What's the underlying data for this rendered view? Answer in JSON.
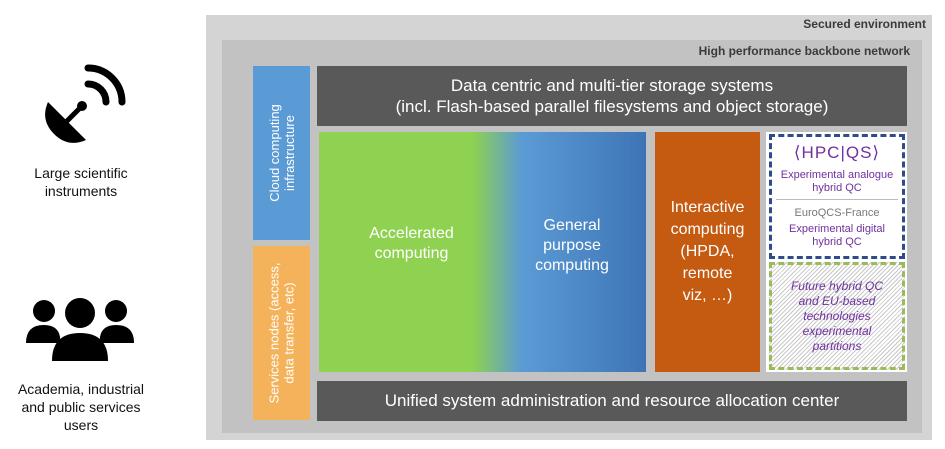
{
  "actors": {
    "instruments_label": "Large scientific instruments",
    "users_label": "Academia, industrial and public services users"
  },
  "frames": {
    "secured_label": "Secured environment",
    "backbone_label": "High performance backbone network"
  },
  "side_bars": {
    "cloud_line1": "Cloud computing",
    "cloud_line2": "infrastructure",
    "services_line1": "Services nodes (access,",
    "services_line2": "data transfer, etc)"
  },
  "storage": {
    "line1": "Data centric and multi-tier storage systems",
    "line2": "(incl. Flash-based parallel filesystems and object storage)"
  },
  "compute": {
    "accelerated_line1": "Accelerated",
    "accelerated_line2": "computing",
    "general_line1": "General",
    "general_line2": "purpose",
    "general_line3": "computing",
    "interactive_line1": "Interactive",
    "interactive_line2": "computing",
    "interactive_line3": "(HPDA,",
    "interactive_line4": "remote",
    "interactive_line5": "viz, …)"
  },
  "quantum": {
    "hpcqs_logo": "⟨HPC|QS⟩",
    "hpcqs_line1": "Experimental analogue",
    "hpcqs_line2": "hybrid QC",
    "euroqcs_name": "EuroQCS-France",
    "euroqcs_line1": "Experimental digital",
    "euroqcs_line2": "hybrid QC",
    "future_line1": "Future hybrid QC",
    "future_line2": "and EU-based",
    "future_line3": "technologies",
    "future_line4": "experimental",
    "future_line5": "partitions"
  },
  "admin": {
    "label": "Unified system administration and resource allocation center"
  },
  "colors": {
    "cloud": "#5b9bd5",
    "services": "#f4b25a",
    "storage": "#595959",
    "accelerated": "#8fd150",
    "general": "#3e74b5",
    "interactive": "#c55a11",
    "quantum_text": "#7030a0"
  },
  "icons": [
    "satellite-dish-icon",
    "users-group-icon"
  ]
}
